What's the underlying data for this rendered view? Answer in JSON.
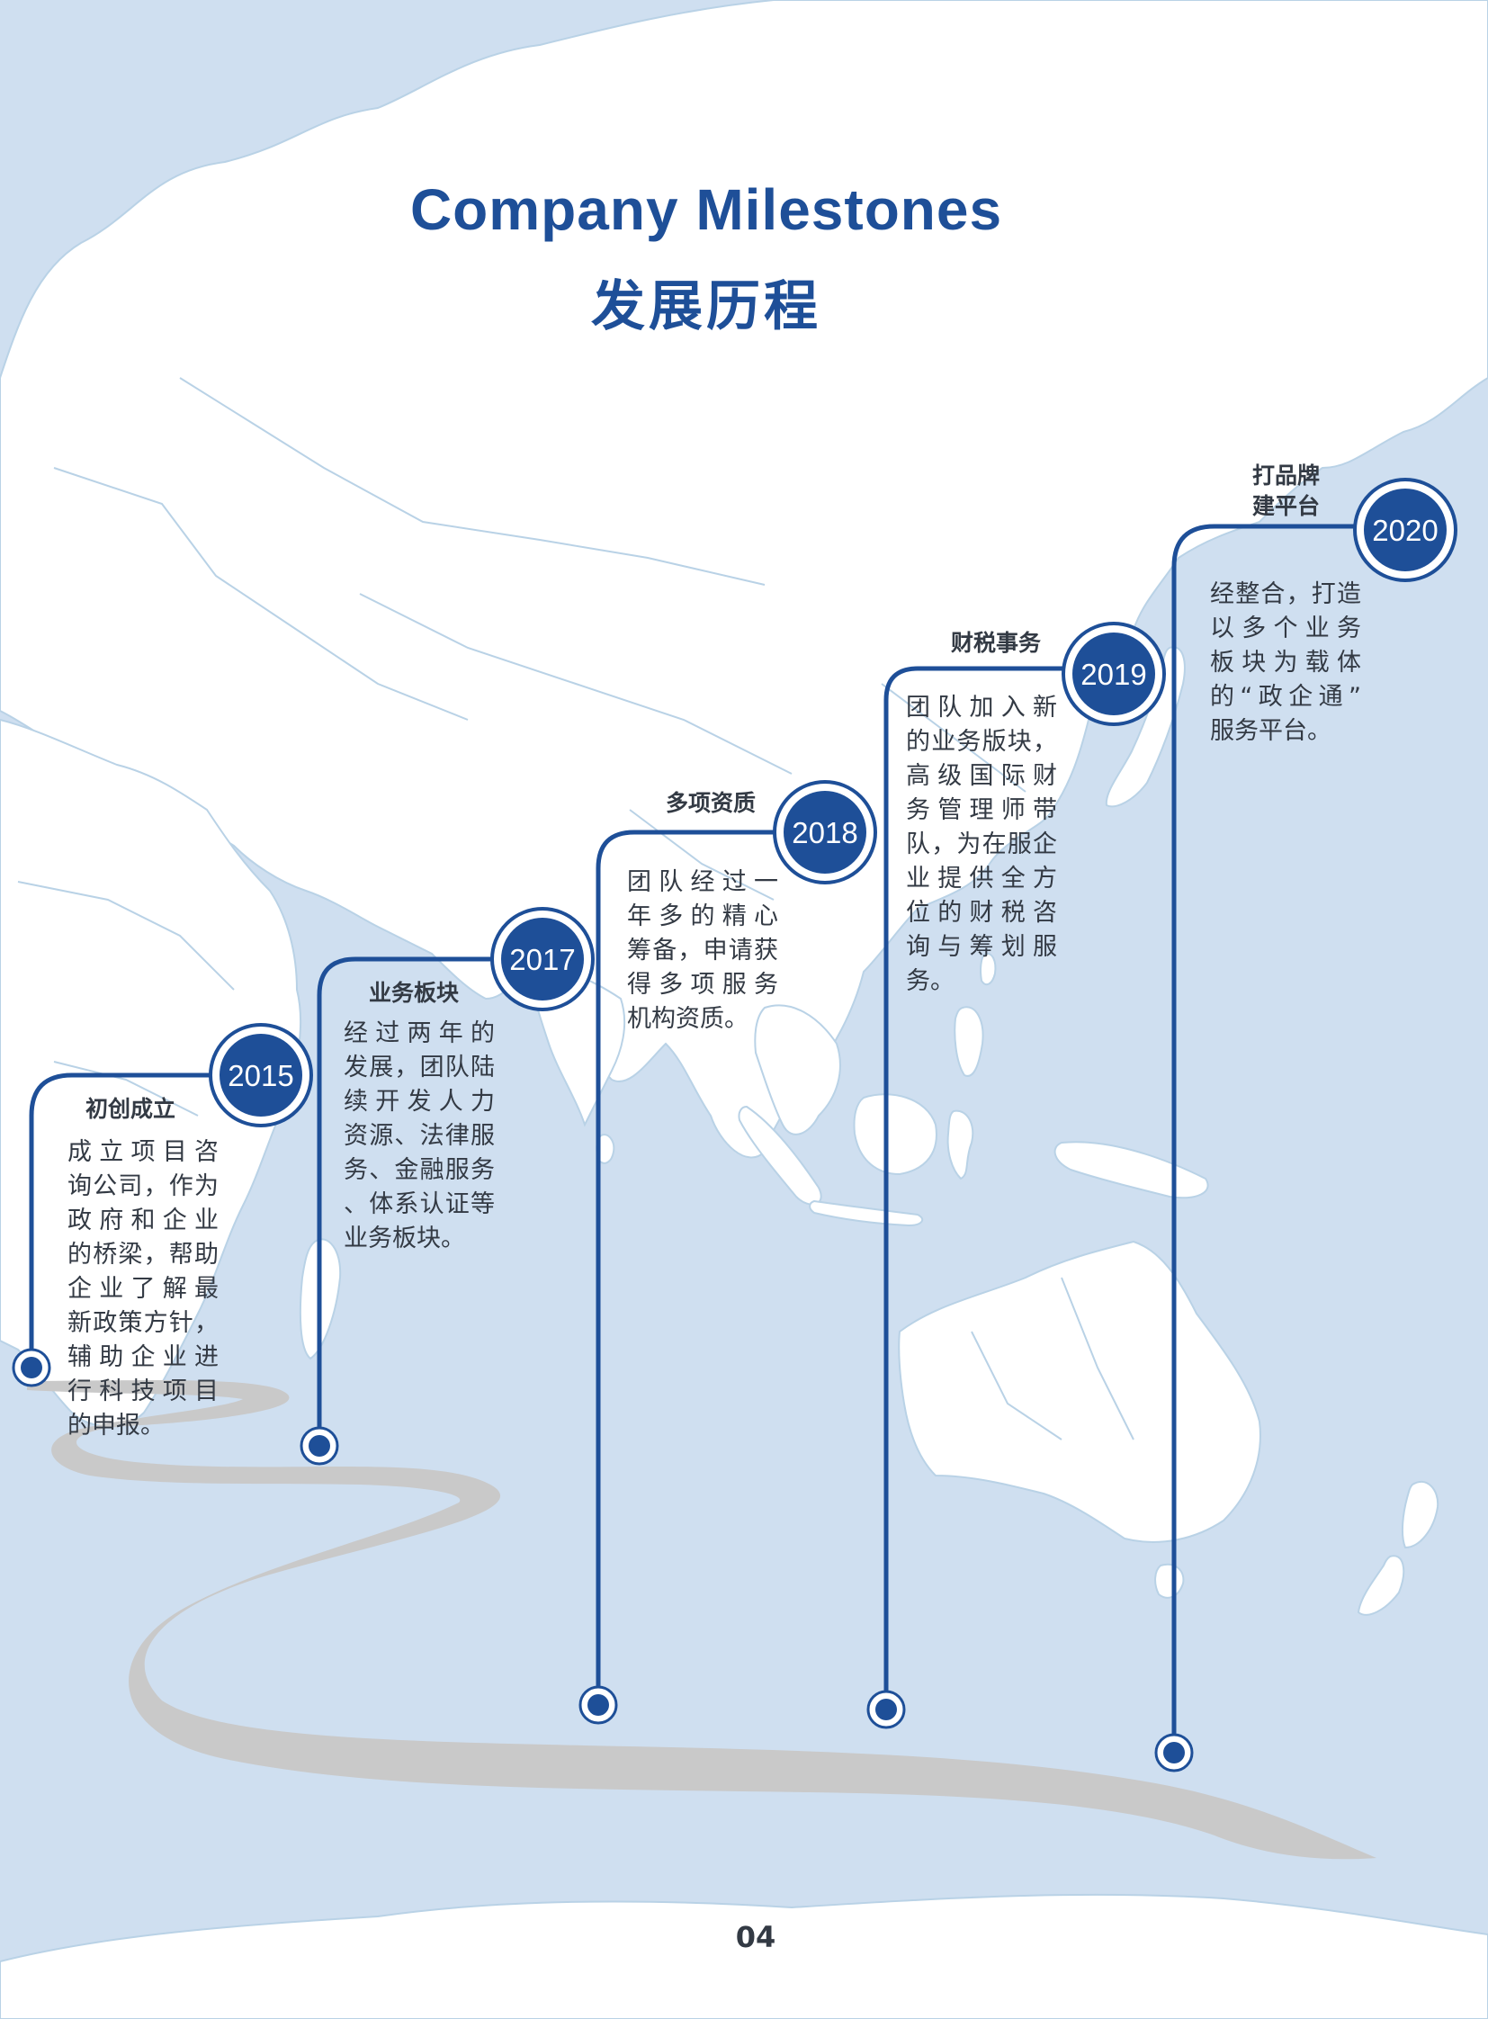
{
  "title_en": "Company Milestones",
  "title_cn": "发展历程",
  "page_number": "04",
  "colors": {
    "accent": "#1e4f98",
    "background": "#cfdff0",
    "land": "#ffffff",
    "path": "#c8c8c8",
    "text": "#333a44"
  },
  "milestones": [
    {
      "year": "2015",
      "title": "初创成立",
      "lines": [
        "成立项目咨",
        "询公司，作为",
        "政府和企业",
        "的桥梁，帮助",
        "企业了解最",
        "新政策方针，",
        "辅助企业进",
        "行科技项目",
        "的申报。"
      ]
    },
    {
      "year": "2017",
      "title": "业务板块",
      "lines": [
        "经过两年的",
        "发展，团队陆",
        "续开发人力",
        "资源、法律服",
        "务、金融服务",
        "、体系认证等",
        "业务板块。"
      ]
    },
    {
      "year": "2018",
      "title": "多项资质",
      "lines": [
        "团队经过一",
        "年多的精心",
        "筹备，申请获",
        "得多项服务",
        "机构资质。"
      ]
    },
    {
      "year": "2019",
      "title": "财税事务",
      "lines": [
        "团队加入新",
        "的业务版块，",
        "高级国际财",
        "务管理师带",
        "队，为在服企",
        "业提供全方",
        "位的财税咨",
        "询与筹划服",
        "务。"
      ]
    },
    {
      "year": "2020",
      "title": [
        "打品牌",
        "建平台"
      ],
      "lines": [
        "经整合，打造",
        "以多个业务",
        "板块为载体",
        "的“政企通”",
        "服务平台。"
      ]
    }
  ]
}
